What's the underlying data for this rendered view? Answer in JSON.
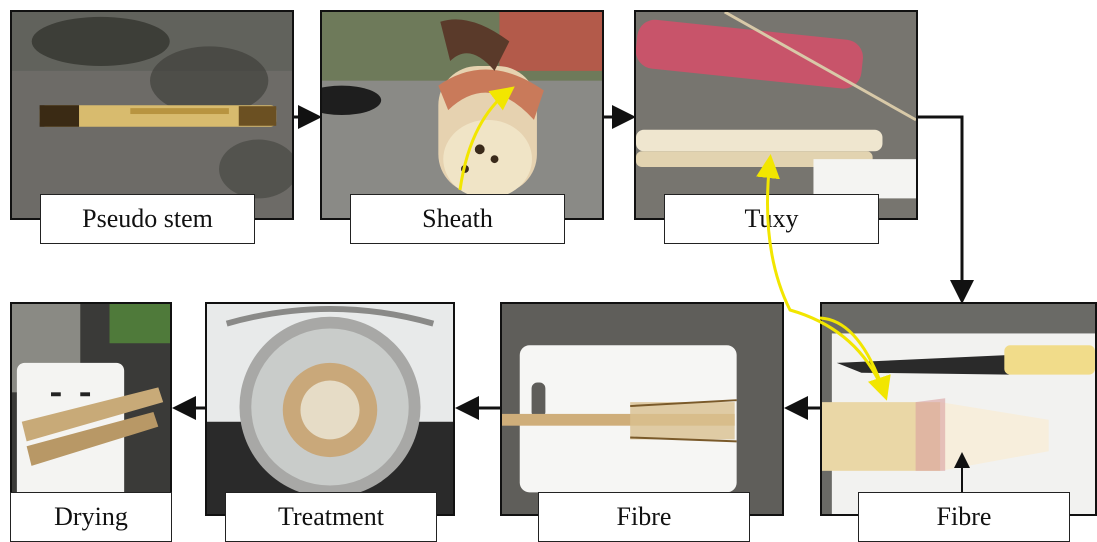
{
  "steps": [
    {
      "label": "Pseudo stem"
    },
    {
      "label": "Sheath"
    },
    {
      "label": "Tuxy"
    },
    {
      "label": "Fibre"
    },
    {
      "label": "Fibre"
    },
    {
      "label": "Treatment"
    },
    {
      "label": "Drying"
    }
  ],
  "colors": {
    "flow_arrow": "#111111",
    "highlight_arrow": "#f2e600",
    "asphalt": "#6e6c68",
    "board": "#f2f2f0",
    "stem": "#d9b86a",
    "sheath_pink": "#c8546a",
    "pot": "#9a9a98"
  }
}
